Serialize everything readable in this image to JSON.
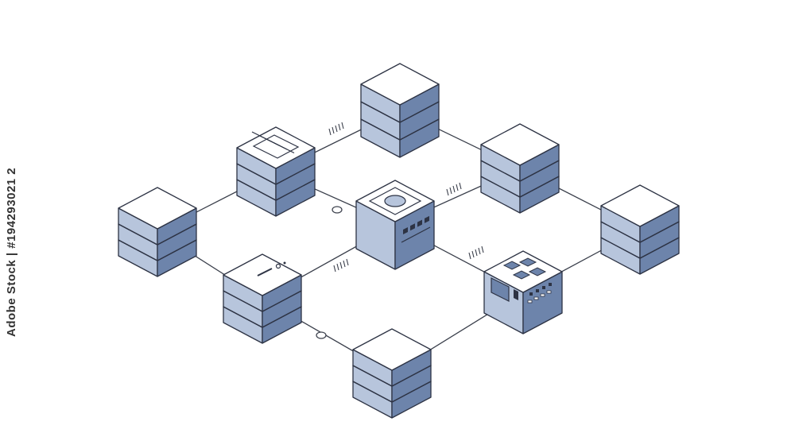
{
  "watermark": {
    "text": "Adobe Stock | #194293021 2",
    "stock_id_text": "Adobe Stock | #194293021 2"
  },
  "colors": {
    "background": "#ffffff",
    "outline": "#2d3344",
    "top_face": "#ffffff",
    "left_face": "#b7c5dc",
    "right_face": "#6d84ab",
    "line": "#3a3f4b"
  },
  "diagram": {
    "nodes": [
      {
        "id": "top-stack",
        "kind": "database-stack",
        "icon": "server-stack-icon"
      },
      {
        "id": "upper-left-document-stack",
        "kind": "document-stack",
        "icon": "document-server-icon"
      },
      {
        "id": "upper-right-stack",
        "kind": "database-stack",
        "icon": "server-stack-icon"
      },
      {
        "id": "far-left-stack",
        "kind": "database-stack",
        "icon": "server-stack-icon"
      },
      {
        "id": "center-hub",
        "kind": "hub-cube",
        "icon": "router-hub-icon"
      },
      {
        "id": "far-right-stack",
        "kind": "database-stack",
        "icon": "server-stack-icon"
      },
      {
        "id": "lower-left-drive-stack",
        "kind": "drive-stack",
        "icon": "hard-drive-icon"
      },
      {
        "id": "lower-right-power-unit",
        "kind": "solar-server",
        "icon": "solar-panel-server-icon"
      },
      {
        "id": "bottom-stack",
        "kind": "database-stack",
        "icon": "server-stack-icon"
      }
    ],
    "edges": [
      {
        "from": "far-left-stack",
        "to": "upper-left-document-stack"
      },
      {
        "from": "upper-left-document-stack",
        "to": "top-stack"
      },
      {
        "from": "top-stack",
        "to": "upper-right-stack"
      },
      {
        "from": "upper-right-stack",
        "to": "far-right-stack"
      },
      {
        "from": "far-left-stack",
        "to": "lower-left-drive-stack"
      },
      {
        "from": "lower-left-drive-stack",
        "to": "bottom-stack"
      },
      {
        "from": "bottom-stack",
        "to": "lower-right-power-unit"
      },
      {
        "from": "lower-right-power-unit",
        "to": "far-right-stack"
      },
      {
        "from": "upper-left-document-stack",
        "to": "center-hub"
      },
      {
        "from": "center-hub",
        "to": "upper-right-stack"
      },
      {
        "from": "lower-left-drive-stack",
        "to": "center-hub"
      },
      {
        "from": "center-hub",
        "to": "lower-right-power-unit"
      }
    ]
  }
}
